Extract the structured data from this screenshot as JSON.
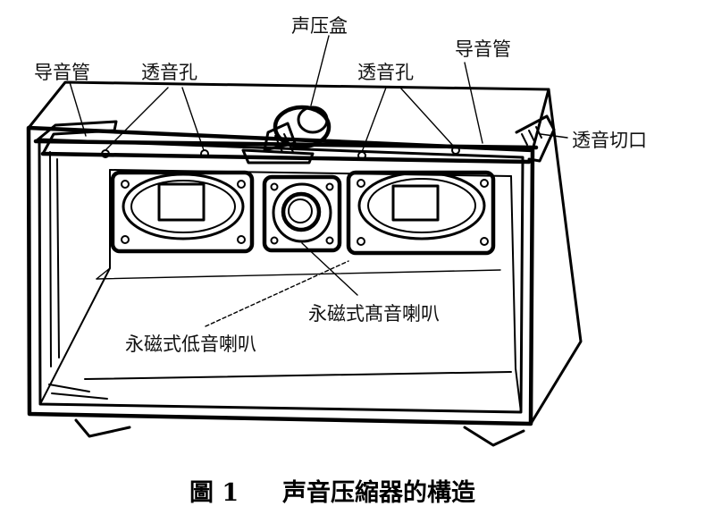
{
  "labels": {
    "guide_tube_left": "导音管",
    "sound_hole_left": "透音孔",
    "compression_driver": "声压盒",
    "sound_hole_right": "透音孔",
    "guide_tube_right": "导音管",
    "sound_cutout": "透音切口",
    "tweeter": "永磁式髙音喇叭",
    "woofer": "永磁式低音喇叭"
  },
  "caption": {
    "figure": "圖 1",
    "title": "声音压縮器的構造"
  }
}
